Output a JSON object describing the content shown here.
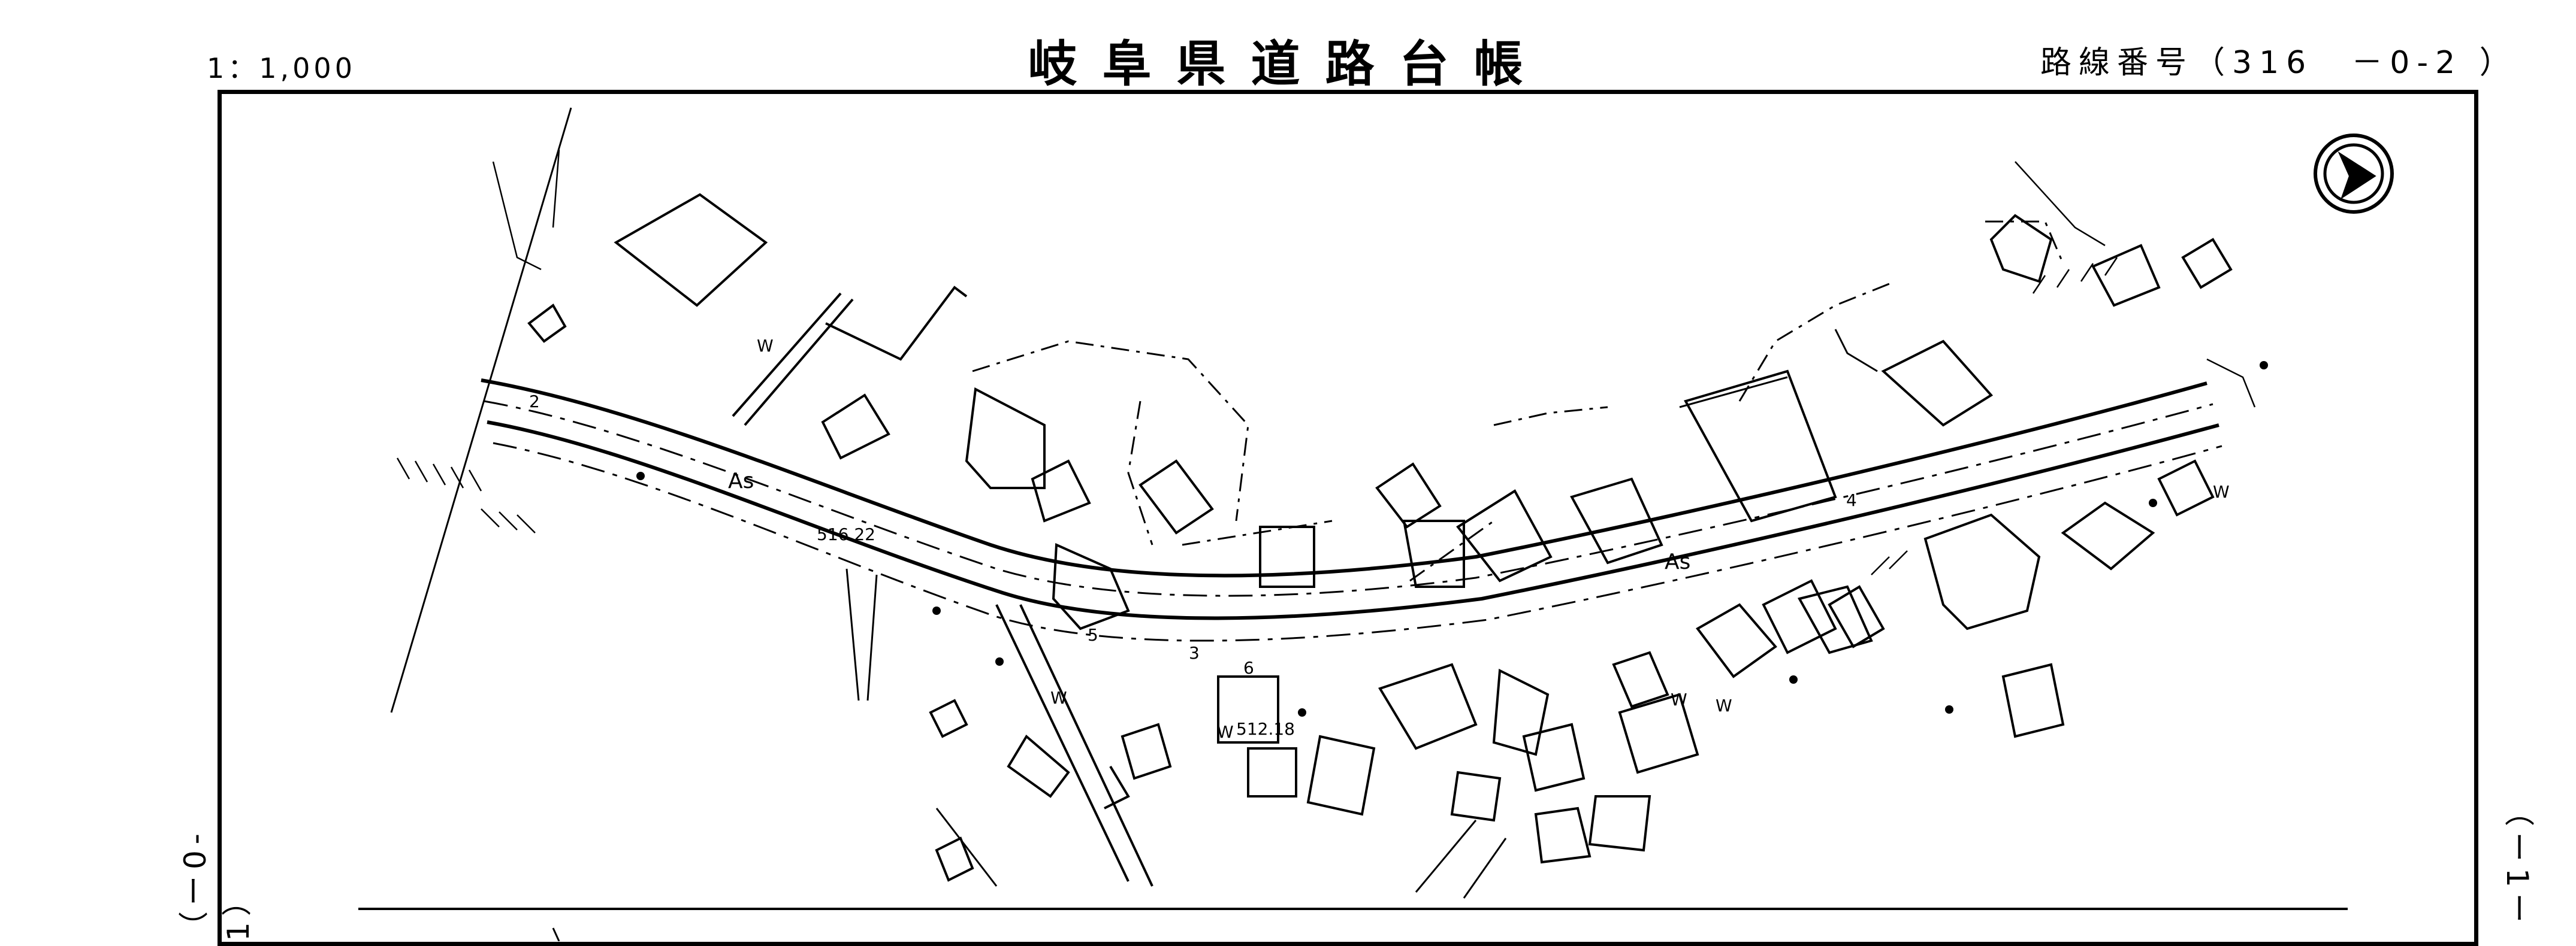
{
  "header": {
    "scale": "1：1,000",
    "title": "岐阜県道路台帳",
    "route_number": "路線番号（316　－0-2 ）"
  },
  "edges": {
    "left": "（ー0-1）",
    "right": "（ー1ー"
  },
  "map": {
    "north_arrow_icon": "north-arrow-icon",
    "elevations": [
      "516.22",
      "512.18"
    ],
    "surface_labels": [
      "As",
      "As"
    ],
    "misc_labels": [
      "W",
      "W",
      "W",
      "W",
      "W",
      "W",
      "3",
      "4",
      "5",
      "6",
      "2"
    ]
  },
  "colors": {
    "ink": "#000000",
    "paper": "#ffffff"
  }
}
